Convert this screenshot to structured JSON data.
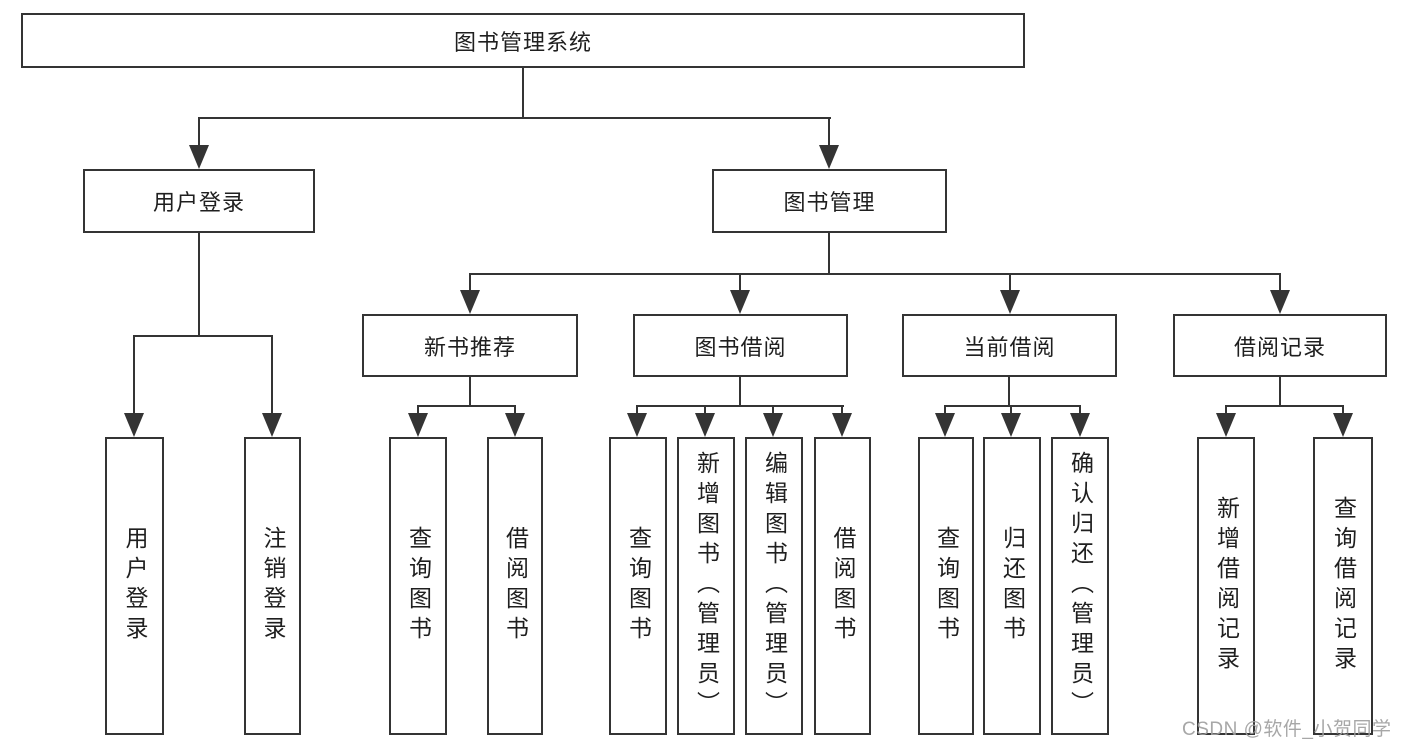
{
  "diagram_title": "图书管理系统",
  "tree": {
    "root": {
      "label": "图书管理系统",
      "children": [
        {
          "label": "用户登录",
          "children": [
            {
              "label": "用户登录"
            },
            {
              "label": "注销登录"
            }
          ]
        },
        {
          "label": "图书管理",
          "children": [
            {
              "label": "新书推荐",
              "children": [
                {
                  "label": "查询图书"
                },
                {
                  "label": "借阅图书"
                }
              ]
            },
            {
              "label": "图书借阅",
              "children": [
                {
                  "label": "查询图书"
                },
                {
                  "label": "新增图书（管理员）"
                },
                {
                  "label": "编辑图书（管理员）"
                },
                {
                  "label": "借阅图书"
                }
              ]
            },
            {
              "label": "当前借阅",
              "children": [
                {
                  "label": "查询图书"
                },
                {
                  "label": "归还图书"
                },
                {
                  "label": "确认归还（管理员）"
                }
              ]
            },
            {
              "label": "借阅记录",
              "children": [
                {
                  "label": "新增借阅记录"
                },
                {
                  "label": "查询借阅记录"
                }
              ]
            }
          ]
        }
      ]
    }
  },
  "watermark": {
    "text": "CSDN @软件_小贺同学"
  },
  "colors": {
    "line": "#343434",
    "box_border": "#343434",
    "text": "#1f1f1f",
    "background": "#ffffff",
    "watermark": "#a0a0a0"
  }
}
